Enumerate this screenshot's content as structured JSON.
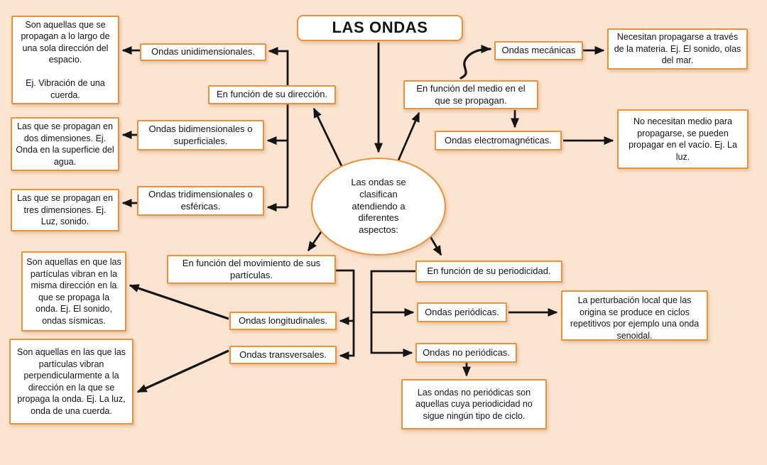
{
  "colors": {
    "background": "#fce4d0",
    "box_border": "#e8913f",
    "box_fill": "#ffffff",
    "text": "#141414",
    "arrow": "#141414"
  },
  "title": "LAS ONDAS",
  "center_node": "Las ondas se\nclasifican\natendiendo a\ndiferentes\naspectos:",
  "branches": {
    "direccion": {
      "label": "En función de  su dirección.",
      "types": {
        "unidimensionales": {
          "label": "Ondas unidimensionales.",
          "desc": "Son aquellas que se propagan a lo largo de una sola dirección del espacio.\n\nEj. Vibración de una cuerda."
        },
        "bidimensionales": {
          "label": "Ondas bidimensionales o superficiales.",
          "desc": "Las que se propagan en dos dimensiones. Ej. Onda en la superficie del agua."
        },
        "tridimensionales": {
          "label": "Ondas tridimensionales o esféricas.",
          "desc": "Las que se propagan en tres dimensiones. Ej. Luz, sonido."
        }
      }
    },
    "medio": {
      "label": "En función del medio en el que se propagan.",
      "types": {
        "mecanicas": {
          "label": "Ondas mecánicas",
          "desc": "Necesitan propagarse a través de la materia. Ej. El sonido, olas del mar."
        },
        "electromagneticas": {
          "label": "Ondas electromagnéticas.",
          "desc": "No necesitan medio para propagarse, se pueden propagar en el vacío. Ej. La luz."
        }
      }
    },
    "movimiento": {
      "label": "En función del movimiento de sus partículas.",
      "types": {
        "longitudinales": {
          "label": "Ondas longitudinales.",
          "desc": "Son aquellas en que las partículas vibran en la misma dirección en la que se propaga la onda. Ej. El sonido, ondas sísmicas."
        },
        "transversales": {
          "label": "Ondas transversales.",
          "desc": "Son aquellas en las que las partículas vibran perpendicularmente a la dirección en la que se propaga la onda. Ej. La luz, onda de una cuerda."
        }
      }
    },
    "periodicidad": {
      "label": "En función de su periodicidad.",
      "types": {
        "periodicas": {
          "label": "Ondas periódicas.",
          "desc": "La perturbación local que las origina se produce en ciclos repetitivos por ejemplo una onda senoidal."
        },
        "no_periodicas": {
          "label": "Ondas no periódicas.",
          "desc": "Las ondas no periódicas son aquellas cuya periodicidad no sigue ningún tipo de ciclo."
        }
      }
    }
  }
}
